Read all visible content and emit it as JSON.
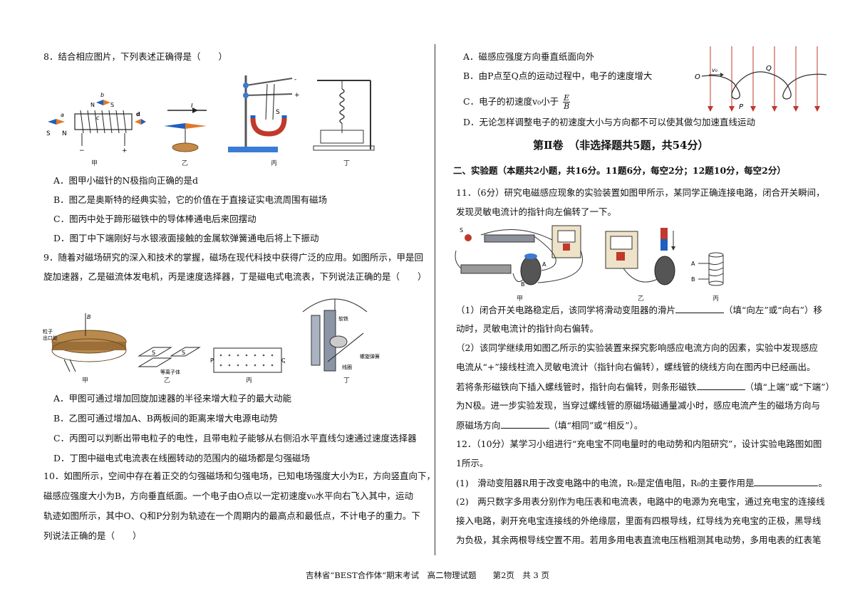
{
  "q8": {
    "stem": "8．结合相应图片，下列表述正确得是（　　）",
    "captions": [
      "甲",
      "乙",
      "丙",
      "丁"
    ],
    "opts": [
      "A．图甲小磁针的N极指向正确的是d",
      "B．图乙是奥斯特的经典实验，它的价值在于直接证实电流周围有磁场",
      "C．图丙中处于蹄形磁铁中的导体棒通电后来回摆动",
      "D．图丁中下端刚好与水银液面接触的金属软弹簧通电后将上下振动"
    ]
  },
  "q9": {
    "stem1": "9．随着对磁场研究的深入和技术的掌握，磁场在现代科技中获得广泛的应用。如图所示，甲是回",
    "stem2": "旋加速器，乙是磁流体发电机，丙是速度选择器，丁是磁电式电流表，下列说法正确的是（　　）",
    "captions": [
      "甲",
      "乙",
      "丙",
      "丁"
    ],
    "opts": [
      "A．甲图可通过增加回旋加速器的半径来增大粒子的最大动能",
      "B．乙图可通过增加A、B两板间的距离来增大电源电动势",
      "C．丙图可以判断出带电粒子的电性，且带电粒子能够从右侧沿水平直线匀速通过速度选择器",
      "D．丁图中磁电式电流表在线圈转动的范围内的磁场都是匀强磁场"
    ]
  },
  "q10": {
    "lines": [
      "10．如图所示，空间中存在着正交的匀强磁场和匀强电场，已知电场强度大小为E，方向竖直向下，",
      "磁感应强度大小为B，方向垂直纸面。一个电子由O点以一定初速度v₀水平向右飞入其中，运动",
      "轨迹如图所示，其中O、Q和P分别为轨迹在一个周期内的最高点和最低点，不计电子的重力。下",
      "列说法正确的是（　　）"
    ],
    "opts": [
      "A．磁感应强度方向垂直纸面向外",
      "B．由P点至Q点的运动过程中，电子的速度增大",
      "C．电子的初速度v₀小于",
      "D．无论怎样调整电子的初速度大小与方向都不可以使其做匀加速直线运动"
    ],
    "frac": {
      "num": "E",
      "den": "B"
    }
  },
  "part2": {
    "title": "第Ⅱ卷　（非选择题共5题，共54分）",
    "section": "二、实验题（本题共2小题，共16分。11题6分，每空2分；12题10分，每空2分）"
  },
  "q11": {
    "stem1": "11．（6分）研究电磁感应现象的实验装置如图甲所示，某同学正确连接电路，闭合开关瞬间，",
    "stem2": "发现灵敏电流计的指针向左偏转了一下。",
    "captions": [
      "甲",
      "乙",
      "丙"
    ],
    "p1a": "（1）闭合开关电路稳定后，该同学将滑动变阻器的滑片",
    "p1b": "（填“向左”或“向右”）移",
    "p1c": "动时，灵敏电流计的指针向右偏转。",
    "p2": [
      "（2）该同学继续用如图乙所示的实验装置来探究影响感应电流方向的因素，实验中发现感应",
      "电流从“+”接线柱流入灵敏电流计（指针向右偏转），螺线管的绕线方向在图丙中已经画出。"
    ],
    "p2c": "若将条形磁铁向下插入螺线管时，指针向右偏转，则条形磁铁",
    "p2d": "（填“上端”或“下端”）",
    "p2e": "为N极。进一步实验发现，当穿过螺线管的原磁场磁通量减小时，感应电流产生的磁场方向与",
    "p2f": "原磁场方向",
    "p2g": "（填“相同”或“相反”）。"
  },
  "q12": {
    "stem1": "12．（10分）某学习小组进行“充电宝不同电量时的电动势和内阻研究”，设计实验电路图如图",
    "stem2": "1所示。",
    "p1a": "(1)　滑动变阻器R用于改变电路中的电流，R₀是定值电阻，R₀的主要作用是",
    "p1b": "。",
    "p2": [
      "(2)　两只数字多用表分别作为电压表和电流表，电路中的电源为充电宝，通过充电宝的连接线",
      "接入电路，剥开充电宝连接线的外绝缘层，里面有四根导线，红导线为充电宝的正极，黑导线",
      "为负极，其余两根导线空置不用。若用多用电表直流电压档粗测其电动势，多用电表的红表笔"
    ]
  },
  "footer": "吉林省“BEST合作体”期末考试　高二物理试题　　第2页　共 3 页"
}
